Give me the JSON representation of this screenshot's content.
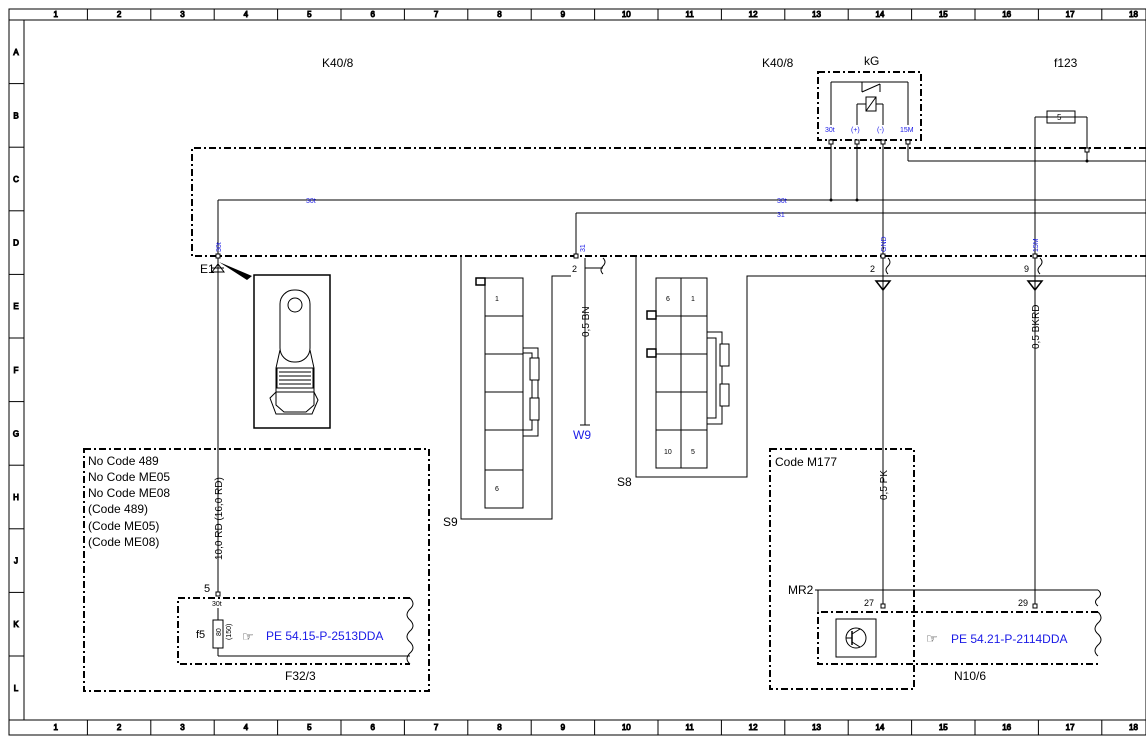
{
  "grid": {
    "columns": [
      "1",
      "2",
      "3",
      "4",
      "5",
      "6",
      "7",
      "8",
      "9",
      "10",
      "11",
      "12",
      "13",
      "14",
      "15",
      "16",
      "17",
      "18"
    ],
    "rows": [
      "A",
      "B",
      "C",
      "D",
      "E",
      "F",
      "G",
      "H",
      "J",
      "K",
      "L"
    ]
  },
  "labels": {
    "k40_left": "K40/8",
    "k40_right": "K40/8",
    "kg": "kG",
    "f123": "f123",
    "fuse5": "5",
    "relay_pin_30t": "30t",
    "relay_pin_plus": "(+)",
    "relay_pin_minus": "(-)",
    "relay_pin_15m": "15M",
    "bus_30t_a": "30t",
    "bus_30t_b": "30t",
    "bus_31": "31",
    "pin_30t": "30t",
    "pin_31": "31",
    "pin_gnd": "GND",
    "pin_15m": "15M",
    "e1": "E1",
    "s9": "S9",
    "s8": "S8",
    "w9": "W9",
    "num_2a": "2",
    "num_2b": "2",
    "num_9": "9",
    "wire_05bn": "0,5 BN",
    "wire_05bkrd": "0,5 BKRD",
    "wire_05pk": "0,5 PK",
    "wire_10rd": "10,0 RD  (16,0 RD)",
    "s9_pin1": "1",
    "s9_pin6": "6",
    "s8_pin6": "6",
    "s8_pin1": "1",
    "s8_pin10": "10",
    "s8_pin5": "5",
    "code_lines": [
      "No  Code 489",
      "No  Code ME05",
      "No  Code ME08",
      "(Code 489)",
      "(Code ME05)",
      "(Code ME08)"
    ],
    "code_m177": "Code M177",
    "num_5": "5",
    "f32_pin": "30t",
    "f5": "f5",
    "f5_rating": "80",
    "f5_rating_alt": "(150)",
    "f32_label": "F32/3",
    "mr2": "MR2",
    "pin_27": "27",
    "pin_29": "29",
    "n10_label": "N10/6"
  },
  "links": {
    "pe_f32": "PE 54.15-P-2513DDA",
    "pe_n10": "PE 54.21-P-2114DDA"
  },
  "colors": {
    "line": "#000000",
    "link": "#1a1ae6"
  }
}
